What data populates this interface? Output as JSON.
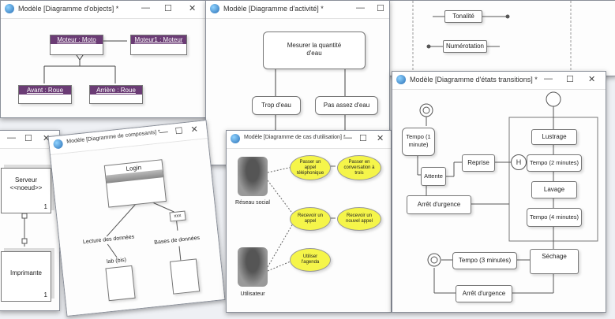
{
  "windows": {
    "objects": {
      "title": "Modèle [Diagramme d'objects] *",
      "objects": [
        "Moteur : Moto",
        "Moteur1 : Moteur",
        "Avant : Roue",
        "Arrière : Roue"
      ]
    },
    "activity": {
      "title": "Modèle [Diagramme d'activité] *",
      "main": "Mesurer la quantité d'eau",
      "branch_left": "Trop d'eau",
      "branch_right": "Pas assez d'eau"
    },
    "sequence": {
      "messages": [
        "Tonalité",
        "Numérotation"
      ]
    },
    "deploy": {
      "nodes": [
        "Serveur <<noeud>>",
        "Imprimante"
      ],
      "counts": [
        "1",
        "1"
      ]
    },
    "components": {
      "title": "Modèle [Diagramme de composants] *",
      "box": "Login",
      "labels": [
        "Lecture des données",
        "lab (bis)",
        "Bases de données"
      ],
      "small": "xxx"
    },
    "usecase": {
      "title": "Modèle [Diagramme de cas d'utilisation] *",
      "actors": [
        "Réseau social",
        "Utilisateur"
      ],
      "cases": [
        "Passer un appel téléphonique",
        "Passer en conversation à trois",
        "Recevoir un appel",
        "Recevoir un nouvel appel",
        "Utiliser l'agenda"
      ]
    },
    "states": {
      "title": "Modèle [Diagramme d'états transitions] *",
      "states": [
        "Tempo (1 minute)",
        "Reprise",
        "Attente",
        "Arrêt d'urgence",
        "Lustrage",
        "Tempo (2 minutes)",
        "Lavage",
        "Tempo (4 minutes)",
        "Tempo (3 minutes)",
        "Séchage",
        "Arrêt d'urgence"
      ],
      "history": "H"
    }
  },
  "controls": {
    "min": "—",
    "max": "☐",
    "close": "✕"
  },
  "colors": {
    "class_header": "#6b3c75",
    "usecase_fill": "#f5f54a",
    "link": "#3a6fb5"
  }
}
